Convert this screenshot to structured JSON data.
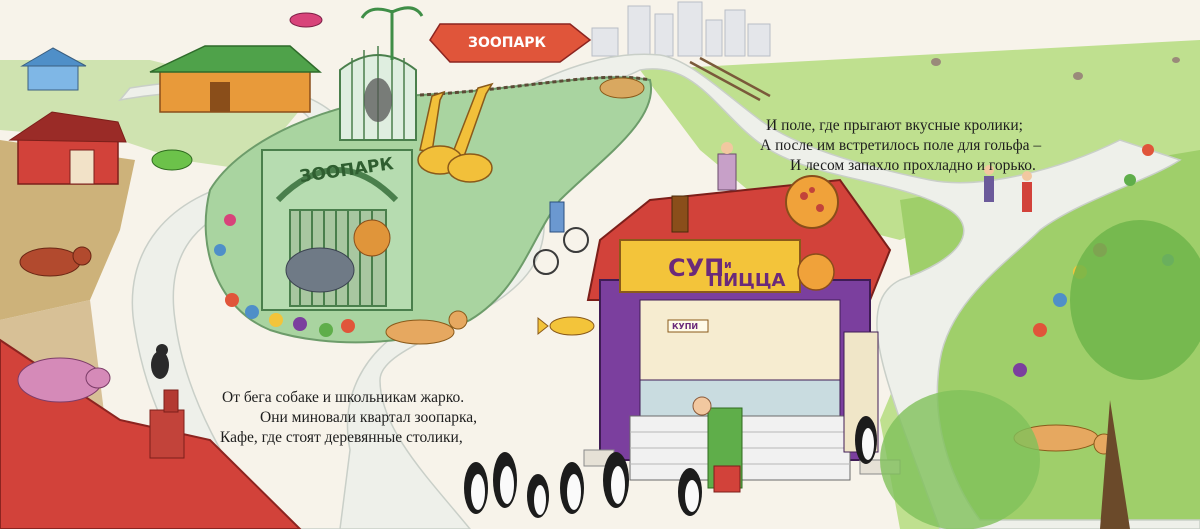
{
  "signs": {
    "zoo_gate": "ЗООПАРК",
    "zoo_top": "ЗООПАРК",
    "cafe_soup": "СУП",
    "cafe_and": "и",
    "cafe_pizza": "ПИЦЦА",
    "cafe_small": "КУПИ"
  },
  "verse_left": {
    "line1": "От бега собаке и школьникам жарко.",
    "line2": "Они миновали квартал зоопарка,",
    "line3": "Кафе, где стоят деревянные столики,"
  },
  "verse_right": {
    "line1": "И поле, где прыгают вкусные кролики;",
    "line2": "А после им встретилось поле для гольфа –",
    "line3": "И лесом запахло прохладно и горько."
  },
  "colors": {
    "path": "#eef0ea",
    "grass": "#b9d98c",
    "zoo_green": "#a9d4a0",
    "roof_red": "#d2423a",
    "cafe_purple": "#7b3f9e",
    "cafe_yellow": "#f3c43a"
  }
}
